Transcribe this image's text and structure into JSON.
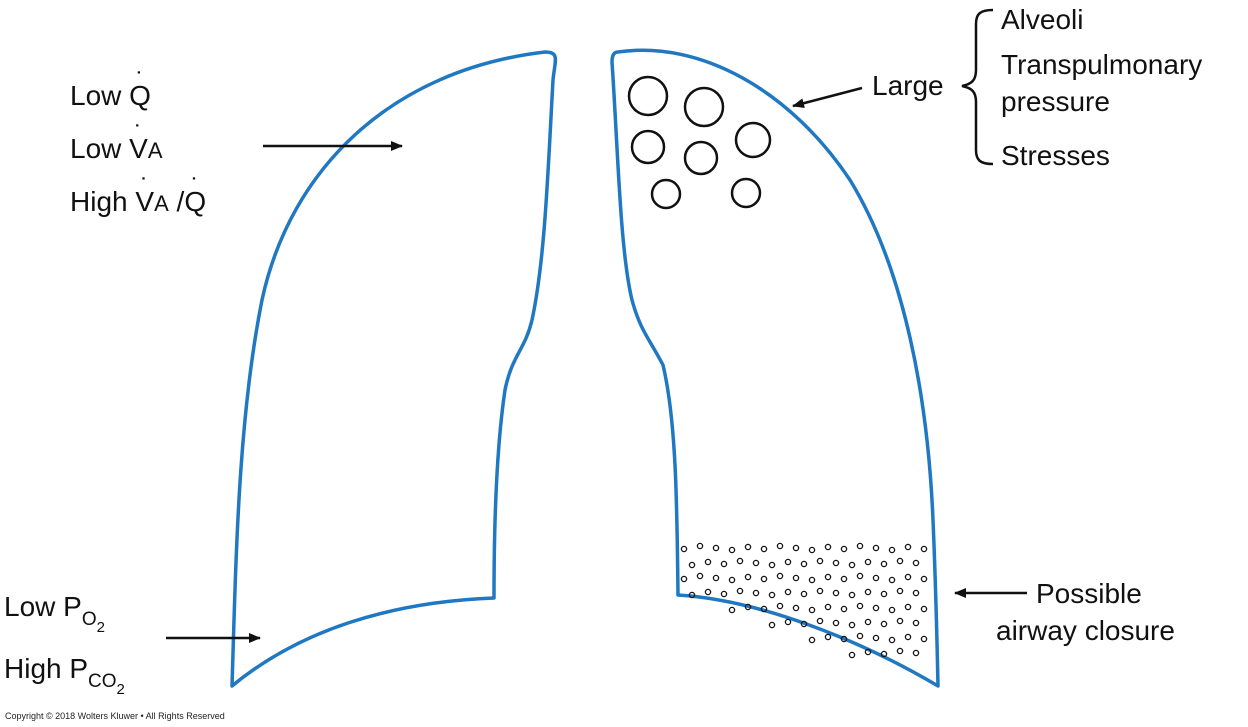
{
  "left_labels": {
    "low_q": "Low Q",
    "low_va": "Low VA",
    "high_vaq": "High VA /Q",
    "low_po2": "Low PO2",
    "high_pco2": "High PCO2"
  },
  "right_labels": {
    "large": "Large",
    "alveoli": "Alveoli",
    "transpulmonary": "Transpulmonary",
    "pressure": "pressure",
    "stresses": "Stresses",
    "possible": "Possible",
    "airway_closure": "airway closure"
  },
  "copyright": "Copyright © 2018 Wolters Kluwer • All Rights Reserved",
  "colors": {
    "lung_outline": "#1f78c1",
    "ink": "#111111"
  }
}
